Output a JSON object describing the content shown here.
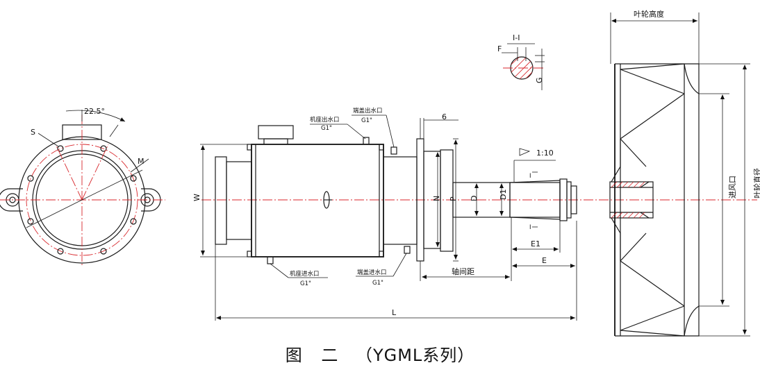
{
  "caption": {
    "fig": "图",
    "num": "二",
    "series": "（YGML系列）"
  },
  "labels": {
    "angle": "22.5°",
    "s": "S",
    "m": "M",
    "w": "W",
    "l": "L",
    "six": "6",
    "taper": "1:10",
    "section": "I-I",
    "f": "F",
    "g": "G",
    "n": "N",
    "p": "P",
    "d": "D",
    "d1": "D1",
    "e1": "E1",
    "e": "E",
    "i_top": "I",
    "i_bottom": "I",
    "shaft_distance": "轴间距",
    "impeller_height": "叶轮高度",
    "inlet": "进风口",
    "impeller_diameter": "叶轮直径",
    "base_outlet": "机座出水口",
    "base_outlet_size": "G1\"",
    "cap_outlet": "端盖出水口",
    "cap_outlet_size": "G1\"",
    "base_inlet": "机座进水口",
    "base_inlet_size": "G1\"",
    "cap_inlet": "端盖进水口",
    "cap_inlet_size": "G1\""
  }
}
